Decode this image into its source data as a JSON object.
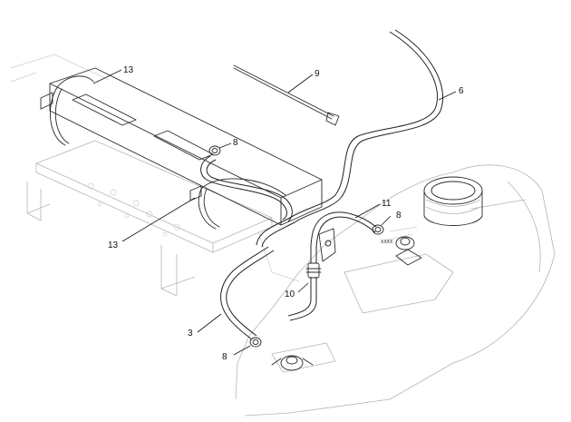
{
  "callouts": {
    "c13_top": "13",
    "c9": "9",
    "c6": "6",
    "c8_top": "8",
    "c11": "11",
    "c8_right": "8",
    "c13_left": "13",
    "c10": "10",
    "c3": "3",
    "c8_bottom": "8"
  }
}
